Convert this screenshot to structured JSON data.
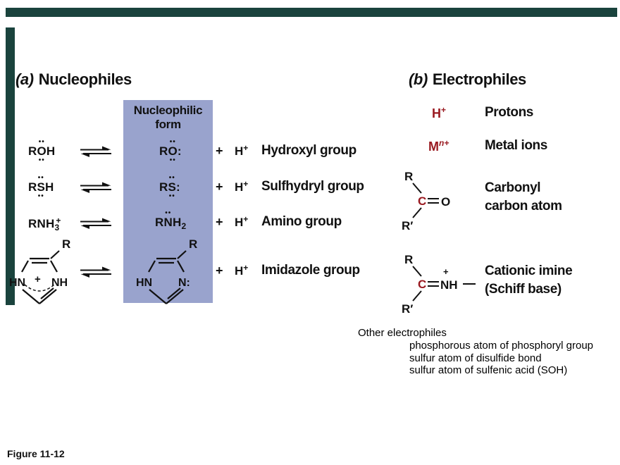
{
  "slide": {
    "figure_label": "Figure 11-12",
    "accent_bar_color": "#1a433d",
    "background": "#ffffff"
  },
  "panel_a": {
    "title_prefix": "(a)",
    "title": "Nucleophiles",
    "box": {
      "title_line1": "Nucleophilic",
      "title_line2": "form",
      "color": "#99a3cd"
    },
    "rows": [
      {
        "protonated": {
          "pre": "R",
          "atom": "O",
          "post": "H",
          "dots_above": "••",
          "dots_below": "••"
        },
        "nucleophilic": {
          "pre": "R",
          "atom": "O",
          "colon": ":",
          "dots_above": "••",
          "dots_below": "••"
        },
        "plus": "+",
        "hydrogen": "H",
        "hydrogen_sup": "+",
        "group_label": "Hydroxyl group"
      },
      {
        "protonated": {
          "pre": "R",
          "atom": "S",
          "post": "H",
          "dots_above": "••",
          "dots_below": "••"
        },
        "nucleophilic": {
          "pre": "R",
          "atom": "S",
          "colon": ":",
          "dots_above": "••",
          "dots_below": "••"
        },
        "plus": "+",
        "hydrogen": "H",
        "hydrogen_sup": "+",
        "group_label": "Sulfhydryl group"
      },
      {
        "protonated": {
          "pre": "RNH",
          "sub": "3",
          "sup": "+"
        },
        "nucleophilic": {
          "pre": "R",
          "atom": "N",
          "post": "H",
          "sub": "2",
          "dots_above": "••"
        },
        "plus": "+",
        "hydrogen": "H",
        "hydrogen_sup": "+",
        "group_label": "Amino group"
      },
      {
        "ring_protonated": {
          "r": "R",
          "left_n": "HN",
          "right_n": "NH",
          "charge": "+"
        },
        "ring_nucleophilic": {
          "r": "R",
          "left_n": "HN",
          "right_n": "N:"
        },
        "plus": "+",
        "hydrogen": "H",
        "hydrogen_sup": "+",
        "group_label": "Imidazole group"
      }
    ]
  },
  "panel_b": {
    "title_prefix": "(b)",
    "title": "Electrophiles",
    "accent_red": "#991920",
    "protons": {
      "formula": "H",
      "sup": "+",
      "label": "Protons"
    },
    "metal_ions": {
      "formula": "M",
      "sup": "n+",
      "label": "Metal ions"
    },
    "carbonyl": {
      "r": "R",
      "c": "C",
      "o": "O",
      "r_prime": "R′",
      "label_line1": "Carbonyl",
      "label_line2": "carbon atom"
    },
    "imine": {
      "r": "R",
      "c": "C",
      "plus": "+",
      "nh": "NH",
      "r_prime": "R′",
      "label_line1": "Cationic imine",
      "label_line2": "(Schiff base)"
    },
    "other": {
      "title": "Other electrophiles",
      "lines": [
        "phosphorous atom of phosphoryl group",
        "sulfur atom of disulfide bond",
        "sulfur atom of sulfenic acid (SOH)"
      ]
    }
  }
}
